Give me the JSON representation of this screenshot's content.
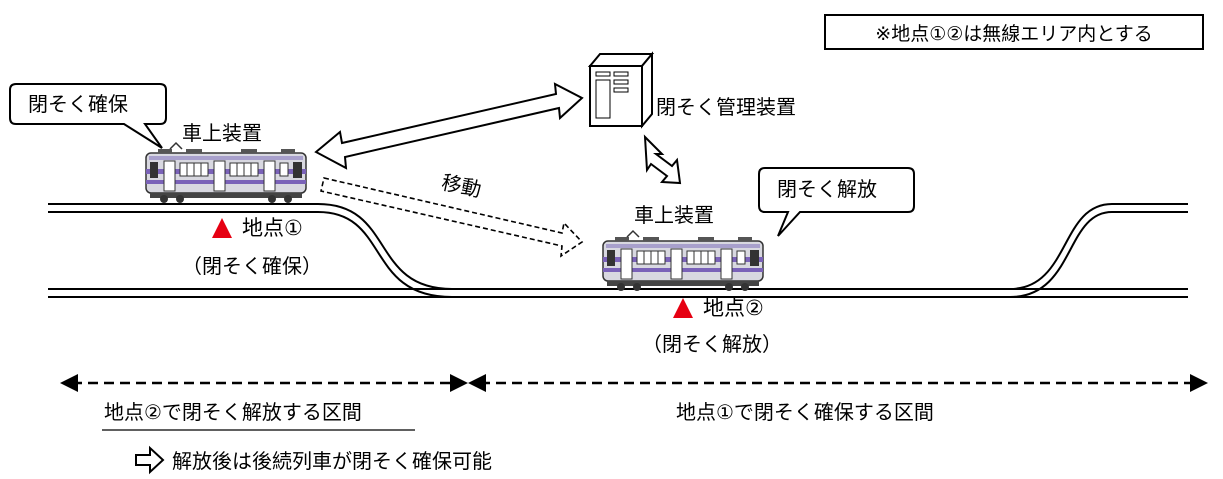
{
  "note": "※地点①②は無線エリア内とする",
  "balloon_left": "閉そく確保",
  "balloon_right": "閉そく解放",
  "server_label": "閉そく管理装置",
  "onboard_left": "車上装置",
  "onboard_right": "車上装置",
  "move_label": "移動",
  "point1": "地点①",
  "point1_sub": "（閉そく確保）",
  "point2": "地点②",
  "point2_sub": "（閉そく解放）",
  "section_left": "地点②で閉そく解放する区間",
  "section_right": "地点①で閉そく確保する区間",
  "after_note": "解放後は後続列車が閉そく確保可能",
  "colors": {
    "marker": "#e60012",
    "train_band": "#7a62b8",
    "line": "#000000"
  }
}
